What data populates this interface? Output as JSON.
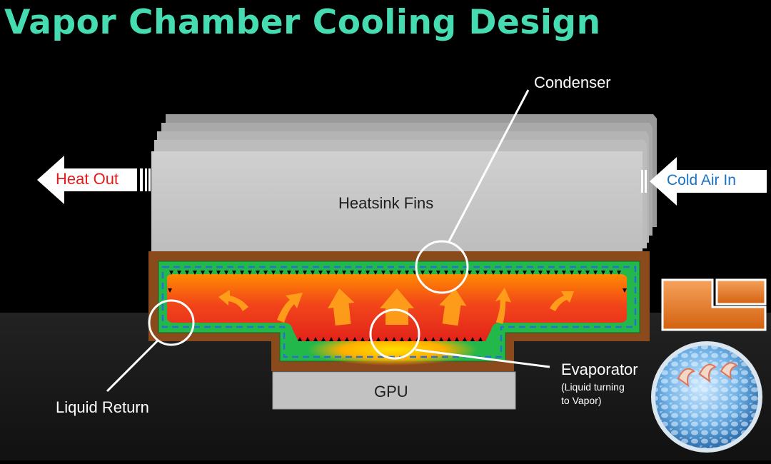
{
  "title": "Vapor Chamber Cooling Design",
  "labels": {
    "heat_out": "Heat Out",
    "cold_air_in": "Cold Air In",
    "heatsink_fins": "Heatsink Fins",
    "condenser": "Condenser",
    "liquid_return": "Liquid Return",
    "evaporator": "Evaporator",
    "evaporator_note_line1": "(Liquid turning",
    "evaporator_note_line2": "to Vapor)",
    "gpu": "GPU"
  },
  "colors": {
    "title": "#45dcb2",
    "heat_out_text": "#e41b1b",
    "cold_air_text": "#1a72c4",
    "fins": "#c9c9c9",
    "chamber_shell": "#8a4a1c",
    "wick": "#22b84a",
    "vapor_hot": "#e2231a",
    "vapor_warm": "#ff7a00",
    "logo_orange": "#e8781e"
  },
  "icons": {
    "heat_arrow": "arrow-left-icon",
    "cold_arrow": "arrow-left-icon",
    "brand_logo": "lc-logo-icon",
    "water_droplets": "droplet-sphere-icon"
  }
}
